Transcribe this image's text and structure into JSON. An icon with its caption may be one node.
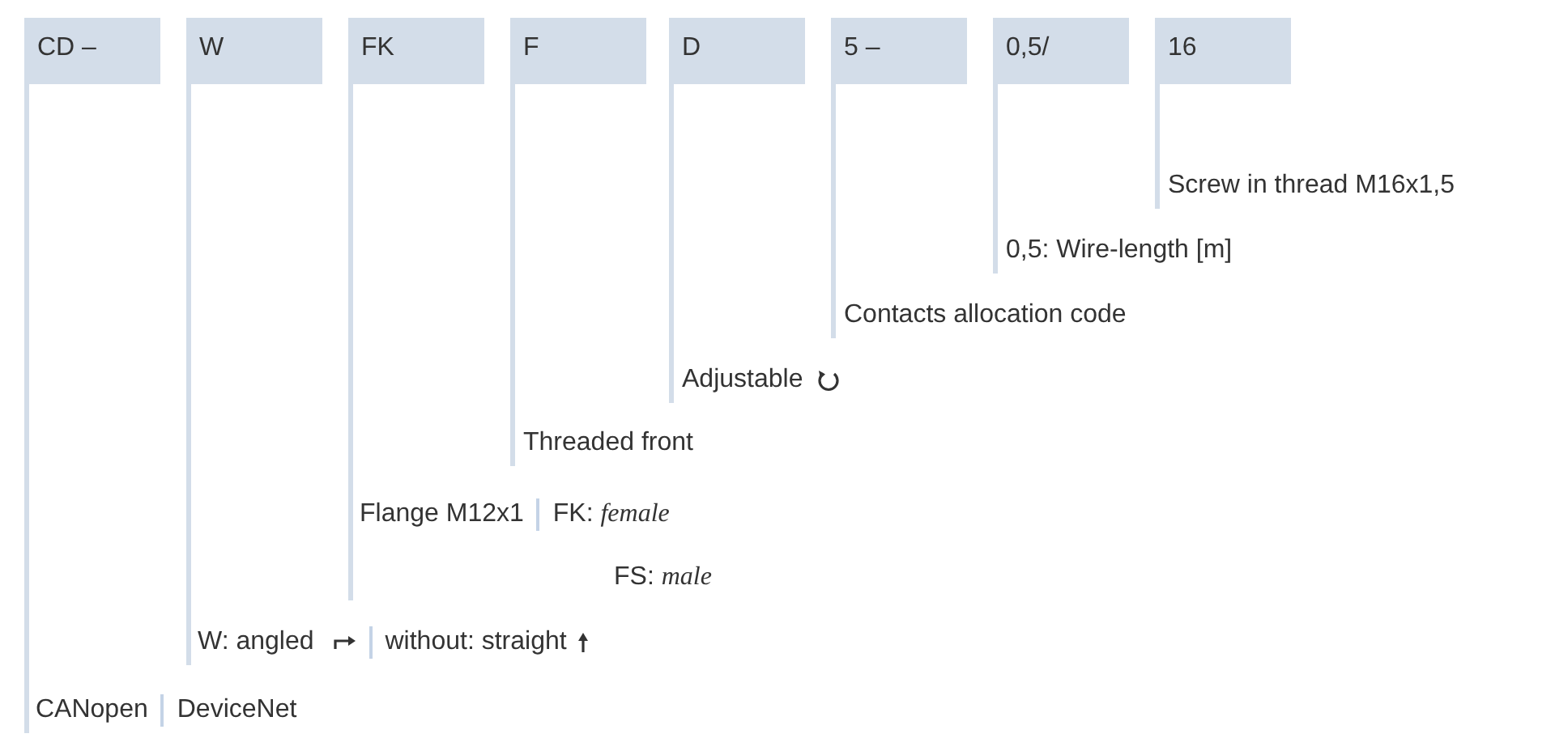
{
  "diagram": {
    "nodes": [
      {
        "text": [
          "CD –"
        ]
      },
      {
        "text": [
          "W"
        ]
      },
      {
        "text": [
          "FK"
        ]
      },
      {
        "text": [
          "F"
        ]
      },
      {
        "text": [
          "D"
        ]
      },
      {
        "text": [
          "5 –"
        ]
      },
      {
        "text": [
          "0,5/"
        ]
      },
      {
        "text": [
          "16"
        ]
      },
      {
        "text": [
          "Screw in thread M16x1,5"
        ]
      },
      {
        "text": [
          "0,5: Wire-length [m]"
        ]
      },
      {
        "text": [
          "Contacts allocation code"
        ]
      },
      {
        "text": [
          "Adjustable"
        ]
      },
      {
        "text": [
          "Threaded front"
        ]
      },
      {
        "text": [
          "Flange M12x1",
          "FK: *female*",
          "FS: *male*"
        ]
      },
      {
        "text": [
          "W: angled",
          "without: straight"
        ]
      },
      {
        "text": [
          "CANopen",
          "DeviceNet"
        ]
      }
    ],
    "edges": [
      {
        "from": 7,
        "to": 8,
        "arrow": "none"
      },
      {
        "from": 6,
        "to": 9,
        "arrow": "none"
      },
      {
        "from": 5,
        "to": 10,
        "arrow": "none"
      },
      {
        "from": 4,
        "to": 11,
        "arrow": "none"
      },
      {
        "from": 3,
        "to": 12,
        "arrow": "none"
      },
      {
        "from": 2,
        "to": 13,
        "arrow": "none"
      },
      {
        "from": 1,
        "to": 14,
        "arrow": "none"
      },
      {
        "from": 0,
        "to": 15,
        "arrow": "none"
      }
    ]
  }
}
